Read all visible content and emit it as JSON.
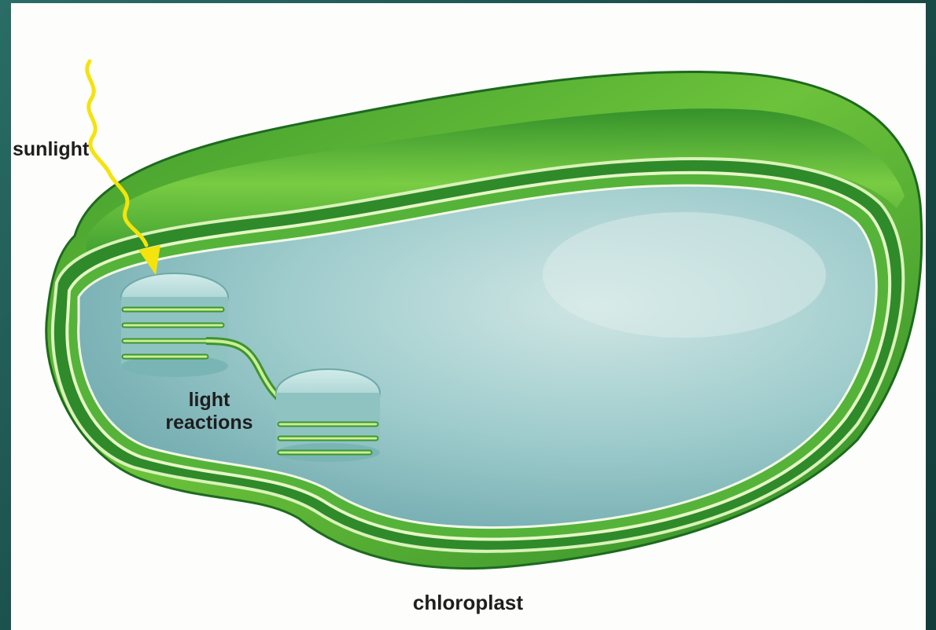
{
  "labels": {
    "sunlight": "sunlight",
    "light_reactions_line1": "light",
    "light_reactions_line2": "reactions",
    "chloroplast": "chloroplast"
  },
  "colors": {
    "outer_membrane": "#3f9a2c",
    "inner_light_green": "#8fd04a",
    "stroma": "#8fbfc3",
    "stroma_light": "#b9dbdc",
    "thylakoid": "#5aa840",
    "sunlight_arrow": "#f2e20a",
    "frame": "#1f5a55"
  }
}
